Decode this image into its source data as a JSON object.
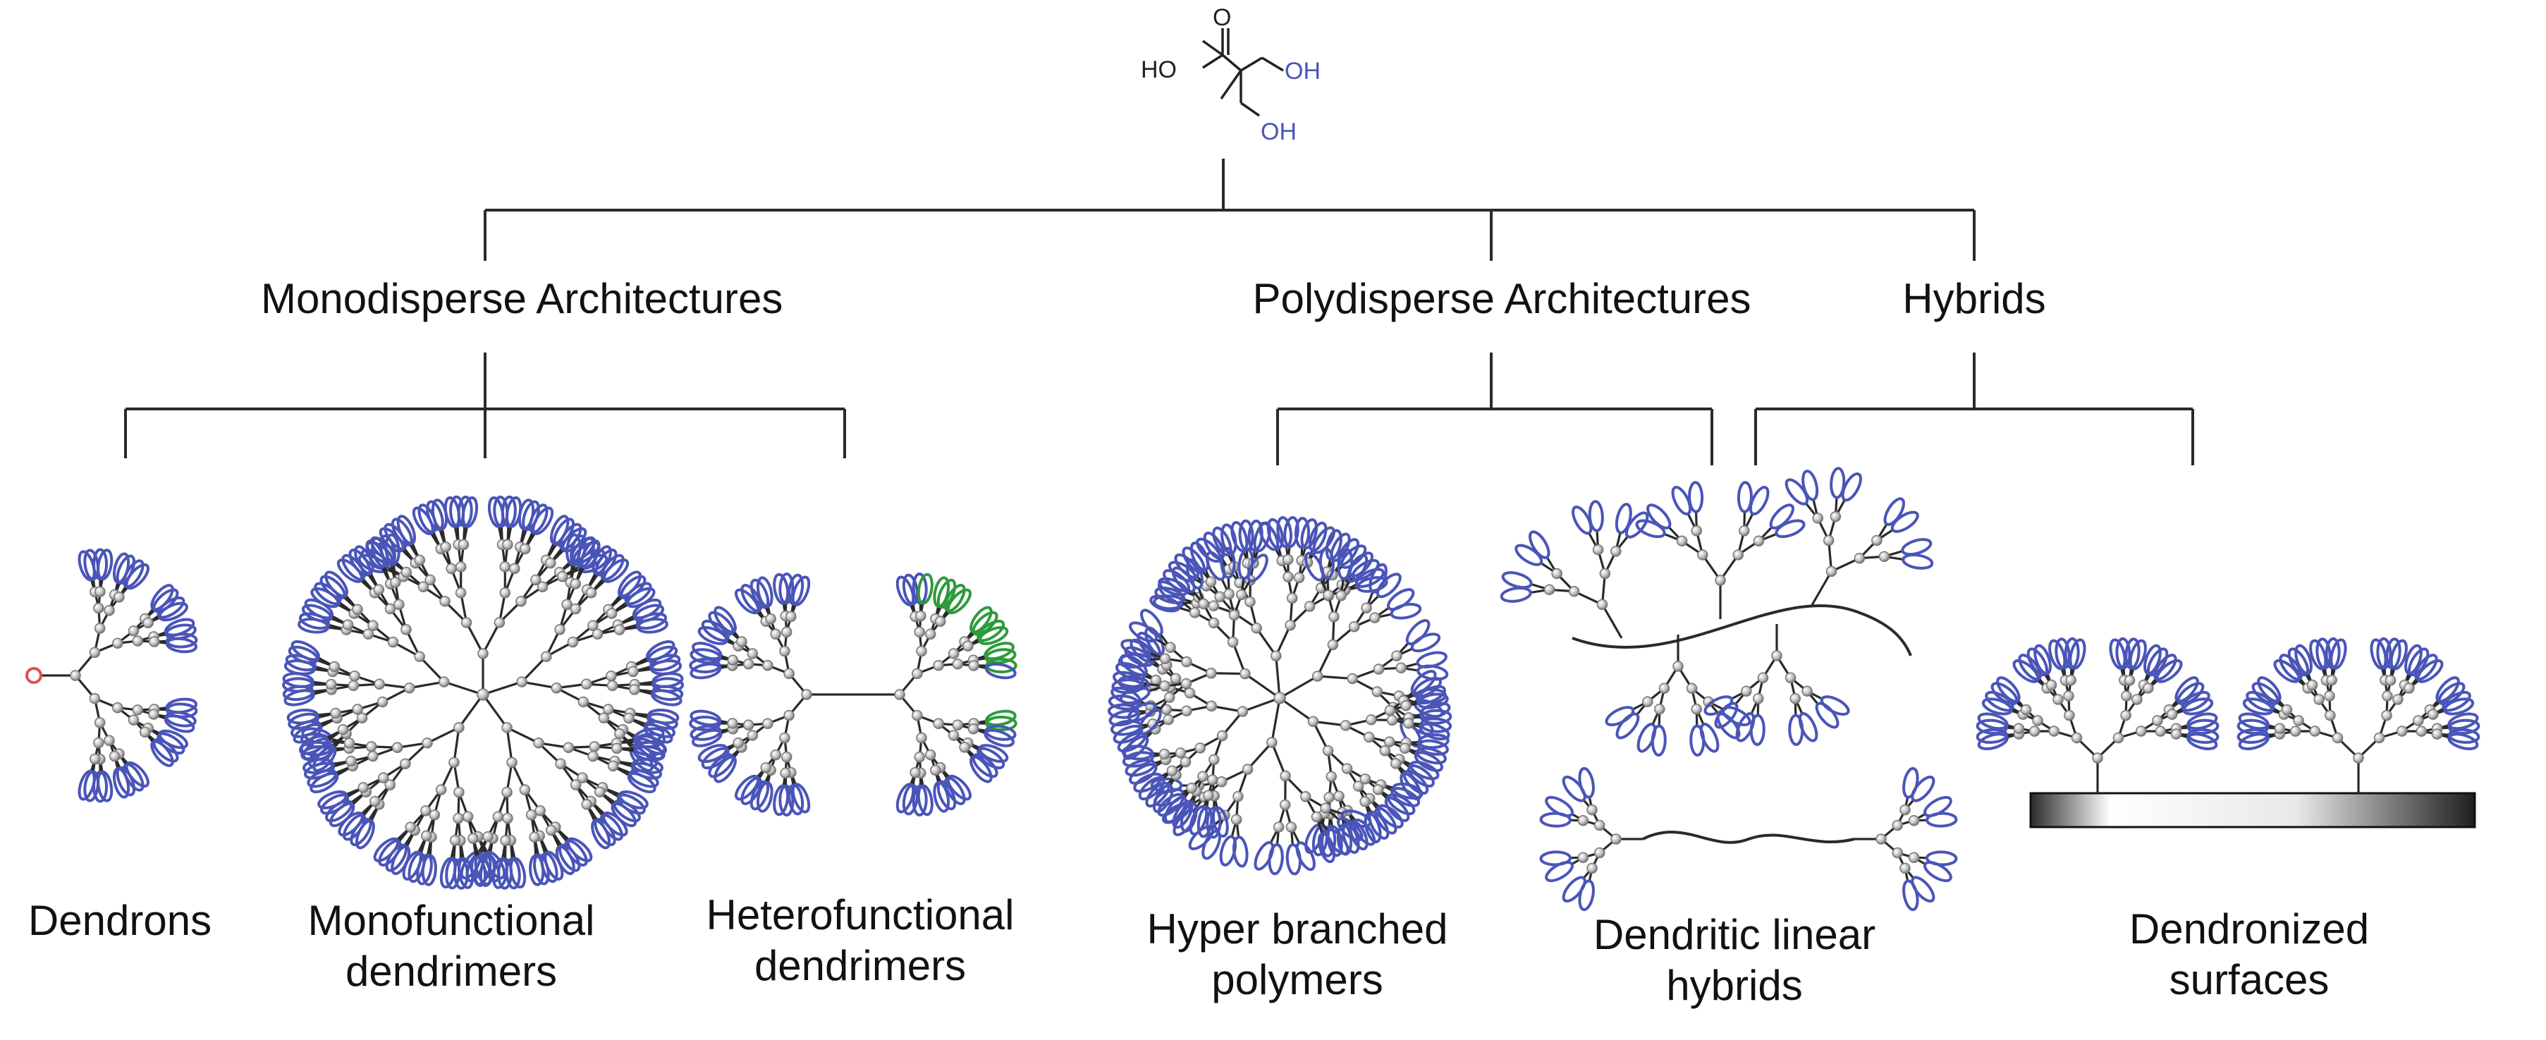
{
  "colors": {
    "line": "#2a2a2a",
    "node": "#b9b9b9",
    "terminal": "#4a55b8",
    "terminal_alt": "#2e9a3c",
    "focal": "#e25050"
  },
  "molecule": {
    "ho_left": "HO",
    "oh_right": "OH",
    "oh_bottom": "OH",
    "carbonyl_o": "O"
  },
  "categories": {
    "monodisperse": "Monodisperse Architectures",
    "polydisperse": "Polydisperse Architectures",
    "hybrids": "Hybrids"
  },
  "items": {
    "dendrons": {
      "line1": "Dendrons"
    },
    "monofunctional": {
      "line1": "Monofunctional",
      "line2": "dendrimers"
    },
    "heterofunctional": {
      "line1": "Heterofunctional",
      "line2": "dendrimers"
    },
    "hyperbranched": {
      "line1": "Hyper branched",
      "line2": "polymers"
    },
    "dendritic_linear": {
      "line1": "Dendritic linear",
      "line2": "hybrids"
    },
    "dendronized": {
      "line1": "Dendronized",
      "line2": "surfaces"
    }
  },
  "icons": [
    "tree-connector",
    "dendron-icon",
    "dendrimer-icon",
    "hyperbranched-icon",
    "surface-substrate-icon"
  ]
}
